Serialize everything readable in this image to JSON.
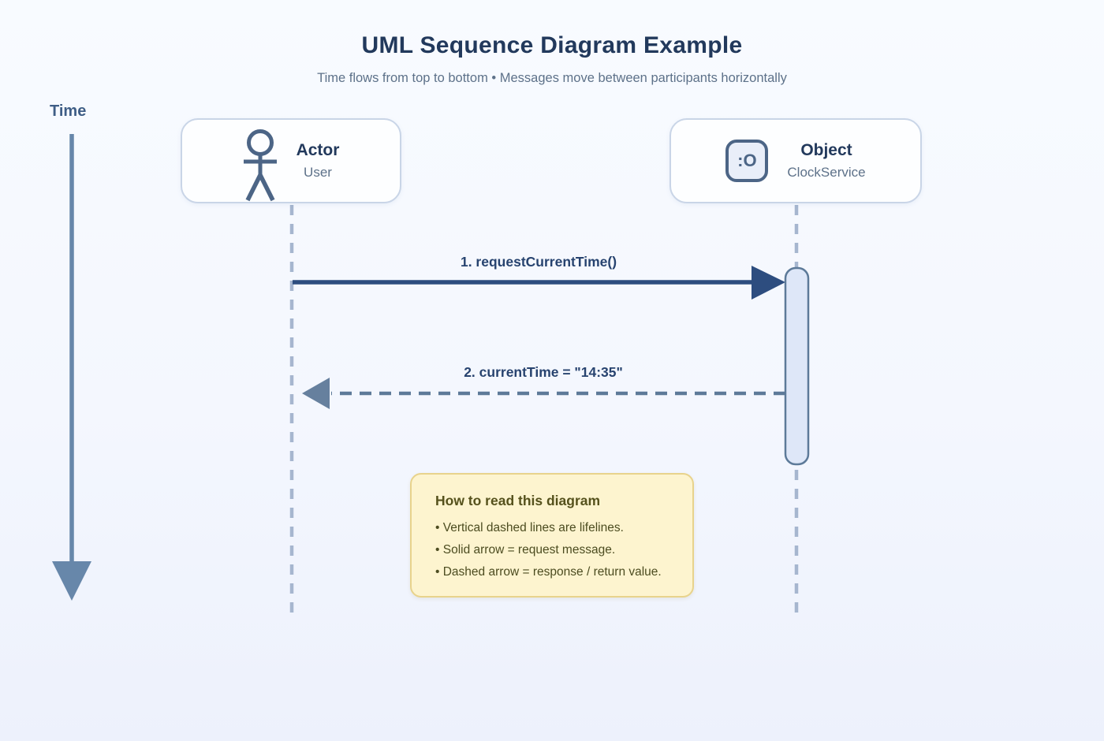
{
  "title": "UML Sequence Diagram Example",
  "subtitle": "Time flows from top to bottom • Messages move between participants horizontally",
  "time_axis": {
    "label": "Time"
  },
  "participants": [
    {
      "role": "Actor",
      "name": "User",
      "icon": "actor-stick-figure-icon"
    },
    {
      "role": "Object",
      "name": "ClockService",
      "icon": "object-instance-icon",
      "icon_text": ":O"
    }
  ],
  "messages": [
    {
      "label": "1. requestCurrentTime()",
      "type": "solid",
      "direction": "left-to-right"
    },
    {
      "label": "2. currentTime = \"14:35\"",
      "type": "dashed",
      "direction": "right-to-left"
    }
  ],
  "note": {
    "title": "How to read this diagram",
    "bullets": [
      "• Vertical dashed lines are lifelines.",
      "• Solid arrow = request message.",
      "• Dashed arrow = response / return value."
    ]
  },
  "colors": {
    "title_text": "#22395c",
    "subtitle_text": "#5d7189",
    "solid_arrow": "#2d4d7f",
    "dashed_arrow": "#5d7a99",
    "dashed_arrowhead": "#66809e",
    "lifeline": "#a6b6cf",
    "time_arrow": "#6787aa",
    "activation_fill": "#dee7f8",
    "activation_border": "#5d7a99",
    "box_border": "#c9d5e7",
    "box_fill": "#fdfeff",
    "icon_color": "#4c6586",
    "note_fill": "#fdf4cf",
    "note_border": "#e8d38c",
    "note_text": "#4c4c20"
  }
}
